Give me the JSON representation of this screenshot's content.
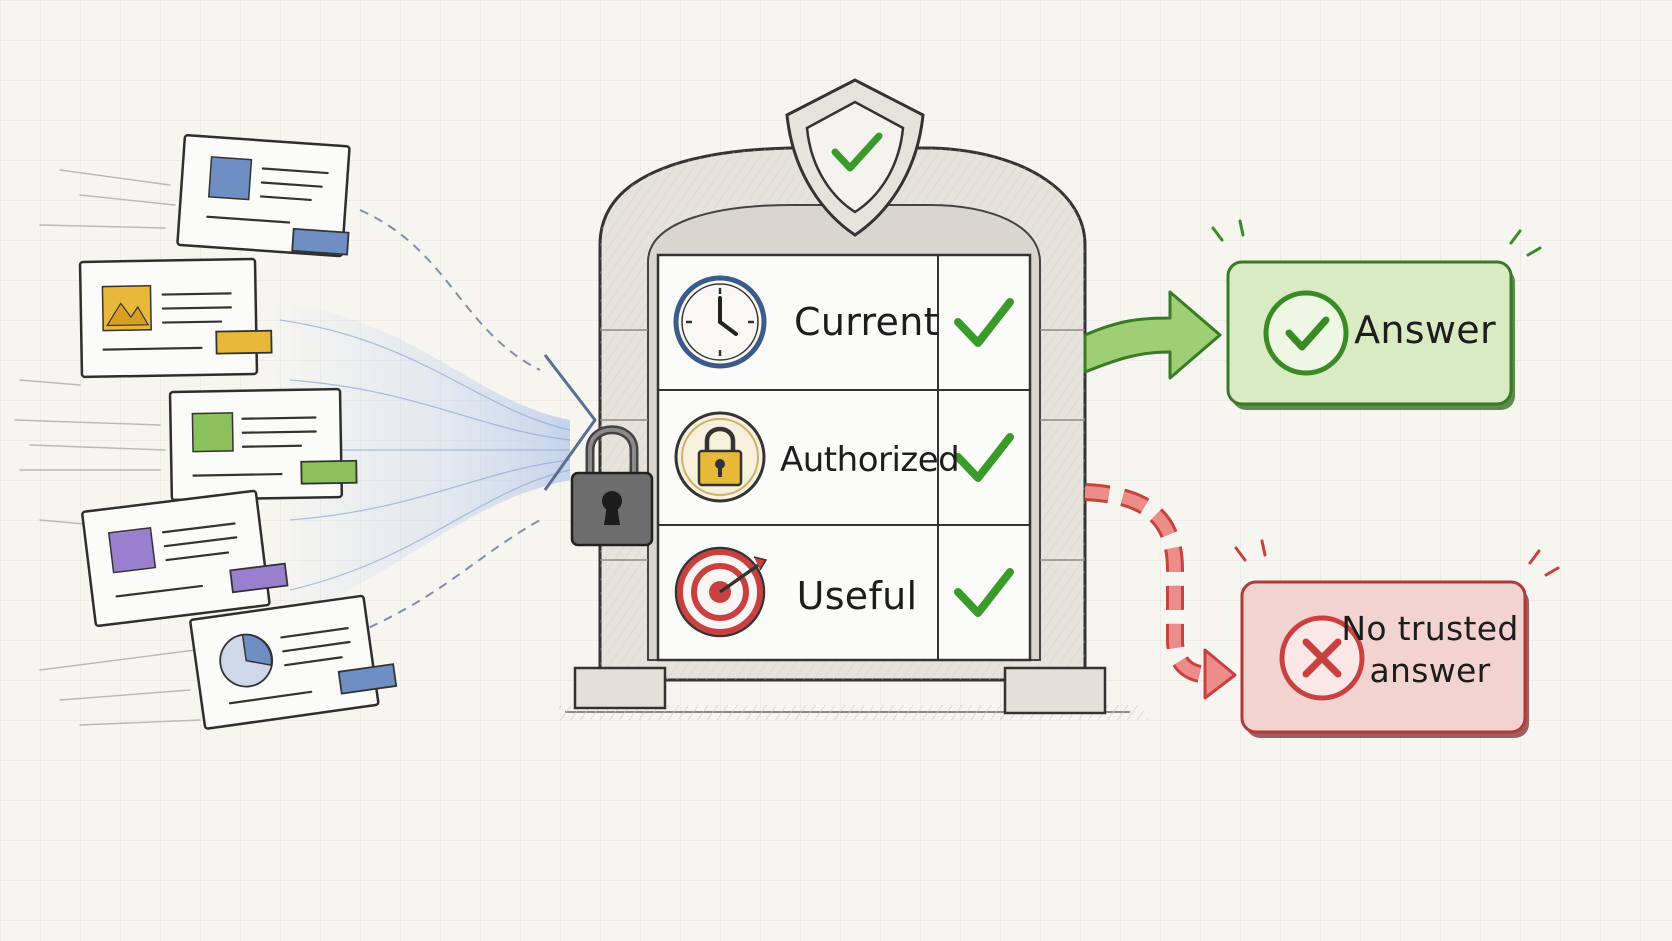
{
  "gate": {
    "checks": [
      {
        "label": "Current",
        "icon": "clock-icon",
        "status": "check-icon"
      },
      {
        "label": "Authorized",
        "icon": "padlock-icon",
        "status": "check-icon"
      },
      {
        "label": "Useful",
        "icon": "target-icon",
        "status": "check-icon"
      }
    ],
    "badge_icon": "shield-check-icon",
    "lock_icon": "padlock-icon"
  },
  "outcomes": {
    "success": {
      "label": "Answer",
      "icon": "check-circle-icon",
      "color": "#7bb851"
    },
    "failure": {
      "label_line1": "No trusted",
      "label_line2": "answer",
      "icon": "x-circle-icon",
      "color": "#d9534f"
    }
  },
  "documents": [
    {
      "thumb_color": "#6f8fc4",
      "tag_color": "#6f8fc4",
      "thumb_icon": "square-icon"
    },
    {
      "thumb_color": "#e8b938",
      "tag_color": "#e8b938",
      "thumb_icon": "mountain-image-icon"
    },
    {
      "thumb_color": "#8cc05a",
      "tag_color": "#8cc05a",
      "thumb_icon": "square-icon"
    },
    {
      "thumb_color": "#9b7fcf",
      "tag_color": "#9b7fcf",
      "thumb_icon": "square-icon"
    },
    {
      "thumb_color": "#6f8fc4",
      "tag_color": "#6f8fc4",
      "thumb_icon": "pie-chart-icon"
    }
  ]
}
